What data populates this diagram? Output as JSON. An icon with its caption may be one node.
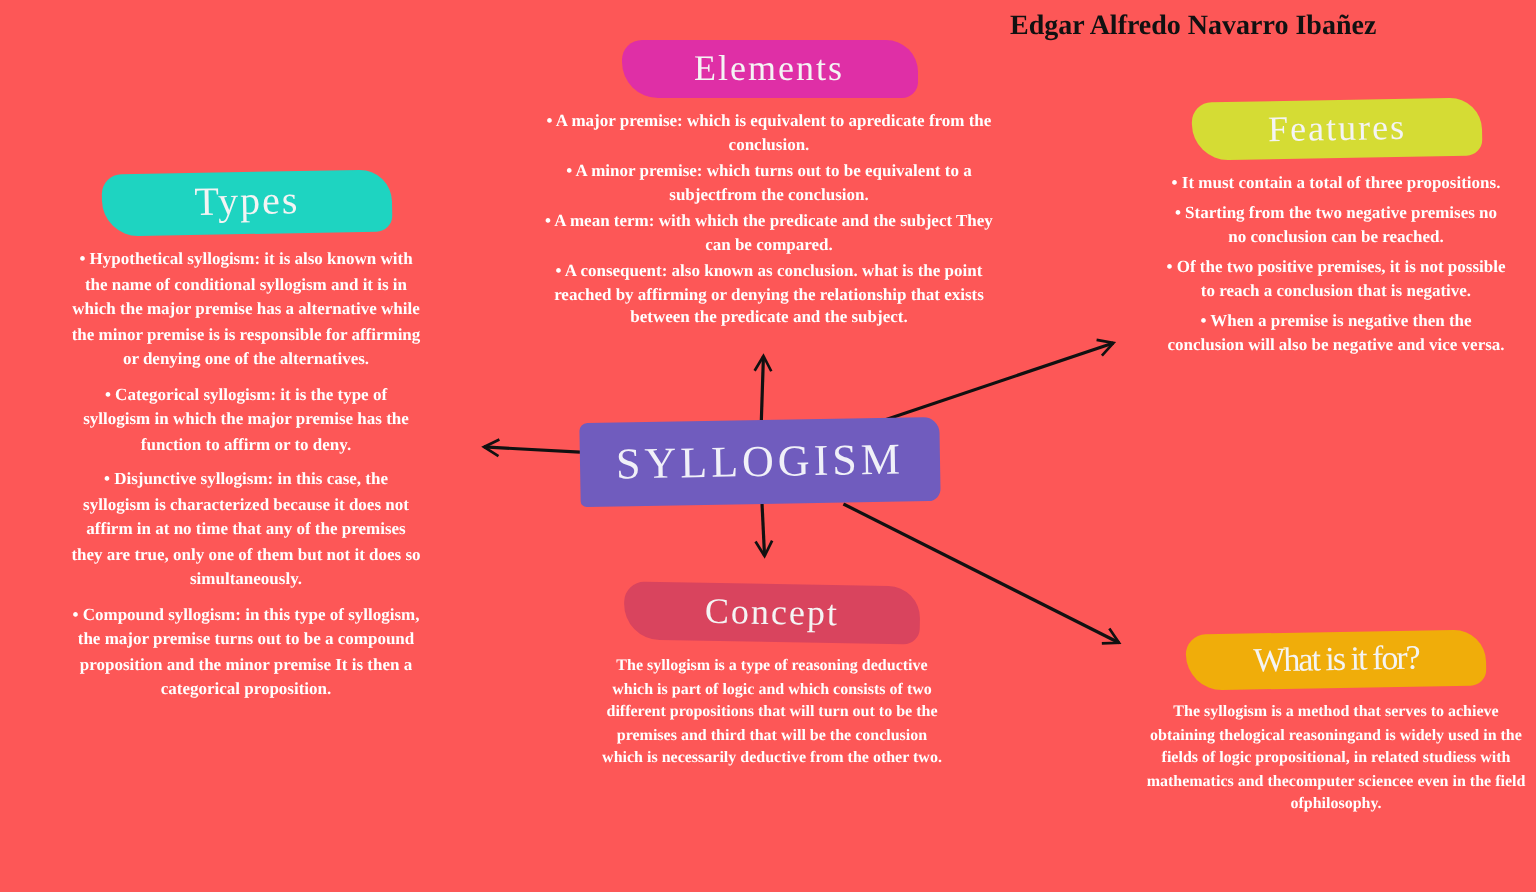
{
  "diagram": {
    "nodes": [
      {
        "text": [
          "SYLLOGISM"
        ]
      },
      {
        "text": [
          "Types"
        ],
        "beside": [
          "• Hypothetical syllogism: it is also known with the name of conditional syllogism and it is in which the major premise has a alternative while the minor premise is is responsible for affirming or denying one of the alternatives.",
          "• Categorical syllogism: it is the type of syllogism in which the major premise has the function to affirm or to deny.",
          "• Disjunctive syllogism: in this case, the syllogism is characterized because it does not affirm in at no time that any of the premises they are true, only one of them but not it does so simultaneously.",
          "• Compound syllogism: in this type of syllogism, the major premise turns out to be a compound proposition and the minor premise It is then a categorical proposition."
        ]
      },
      {
        "text": [
          "Elements"
        ],
        "beside": [
          "• A major premise: which is equivalent to apredicate from the conclusion.",
          "• A minor premise: which turns out to be equivalent to a subjectfrom the conclusion.",
          "• A mean term: with which the predicate and the subject They can be compared.",
          "• A consequent: also known as conclusion. what is the point reached by affirming or denying the relationship that exists between the predicate and the subject."
        ]
      },
      {
        "text": [
          "Features"
        ],
        "beside": [
          "• It must contain a total of three propositions.",
          "• Starting from the two negative premises no no conclusion can be reached.",
          "• Of the two positive premises, it is not possible to reach a conclusion that is negative.",
          "• When a premise is negative then the conclusion will also be negative and vice versa."
        ]
      },
      {
        "text": [
          "Concept"
        ],
        "beside": [
          "The syllogism is a type of reasoning deductive which is part of logic and which consists of two different propositions that will turn out to be the premises and third that will be the conclusion which is necessarily deductive from the other two."
        ]
      },
      {
        "text": [
          "What is it for?"
        ],
        "beside": [
          "The syllogism is a method that serves to achieve obtaining thelogical reasoningand is widely used in the fields of logic propositional, in related studiess with mathematics and thecomputer sciencee even in the field ofphilosophy."
        ]
      }
    ],
    "edges": [
      {
        "from": 0,
        "to": 1,
        "arrow": "to"
      },
      {
        "from": 0,
        "to": 2,
        "arrow": "to"
      },
      {
        "from": 0,
        "to": 3,
        "arrow": "to"
      },
      {
        "from": 0,
        "to": 4,
        "arrow": "to"
      },
      {
        "from": 0,
        "to": 5,
        "arrow": "to"
      }
    ],
    "labels": [
      "Edgar Alfredo Navarro Ibañez"
    ]
  }
}
